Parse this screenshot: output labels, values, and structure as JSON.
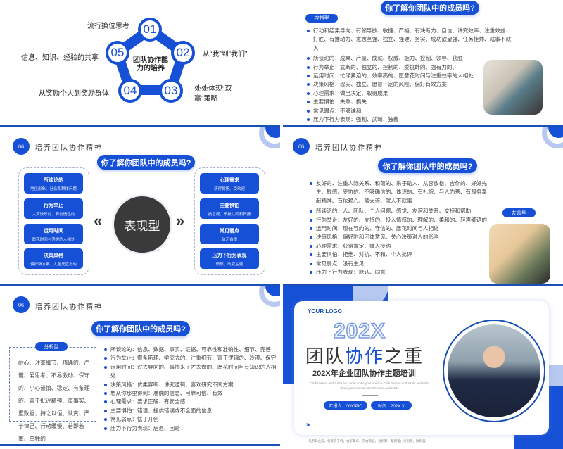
{
  "colors": {
    "accent": "#1650d6",
    "dark_circle": "#3a3a3a",
    "light_accent": "#b7c9f0"
  },
  "common": {
    "section_number": "06",
    "section_title": "培养团队协作精神",
    "question_title": "你了解你团队中的成员吗?"
  },
  "slide1": {
    "center_text": "团队协作能力的培养",
    "nodes": [
      {
        "num": "01",
        "label": "流行换位思考"
      },
      {
        "num": "02",
        "label": "从“我”到“我们”"
      },
      {
        "num": "03",
        "label": "处处体现“双赢”策略"
      },
      {
        "num": "04",
        "label": "从奖励个人到奖励群体"
      },
      {
        "num": "05",
        "label": "信息、知识、经验的共享"
      }
    ]
  },
  "slide2": {
    "type_label": "控制型",
    "bullets": [
      "行动和结果导向、有领导欲、敏捷、严格、有决断力、自信、讲究效率、注重效益、好胜、有推动力、意志坚强、独立、强硬、务实、成功欲望强、任务挂帅、就事不就人",
      "所谈论的：成果、产量、成就、权威、能力、控制、领导、获胜",
      "行为举止：武断的、独立的、控制的、爱挑衅的、强有力的、",
      "运用时间：忙碌紧迫的、效率高的、愿意花时间与注重效率的人相处",
      "决策风格：现实、独立、愿冒一定的风险、偏好有效方案",
      "心理需求：做出决定、取得成果",
      "主要惧怕：失败、损失",
      "常见弱点：不够谦和",
      "压力下行为表现：强制、武断、独裁"
    ]
  },
  "slide3": {
    "center_label": "表现型",
    "left_cards": [
      {
        "title": "所谈论的",
        "text": "地位形象、社会和群体问题"
      },
      {
        "title": "行为举止",
        "text": "大声快乐的、有创造性的"
      },
      {
        "title": "运用时间",
        "text": "愿花时间与活泼的人相处"
      },
      {
        "title": "决策风格",
        "text": "偏好新方案、大胆凭直觉的"
      }
    ],
    "right_cards": [
      {
        "title": "心理需求",
        "text": "获得赞扬、受欢迎"
      },
      {
        "title": "主要惧怕",
        "text": "被忽视、不被认同和赞扬"
      },
      {
        "title": "常见弱点",
        "text": "缺乏自律"
      },
      {
        "title": "压力下行为表现",
        "text": "愤怒、改变主题"
      }
    ]
  },
  "slide4": {
    "type_label": "友善型",
    "bullets": [
      "友好的、注重人际关系、和蔼的、乐于助人、从容放松、合作的、好好先生、敏感、妥协的、不够确信的、体谅的、有礼貌、与人为善、有服务奉献精神、有依赖心、随大流、就人不就事",
      "所谈论的：人、团队、个人问题、感觉、友谊和关系、支持和帮助",
      "行为举止：友好的、支持的、投入情感的、理解的、柔和的、轻声细语的",
      "运用时间：现在导向的、守信的、愿花时间与人相处",
      "决策风格：偏好附和团体意见、关心决策对人的影响",
      "心理需求：获得肯定、被人接纳",
      "主要惧怕：拒绝、对抗、不和、个人批评",
      "常见弱点：没有主见",
      "压力下行为表现：默认、同意"
    ]
  },
  "slide5": {
    "type_label": "分析型",
    "description": "耐心、注重细节、精确的、严谨、爱思考、不易激动、保守的、小心谨慎、稳定、有条理的、富于批评精神、重事实、重数据、持之以恒、认真、严于律己、行动缓慢、若即若离、单独的",
    "bullets": [
      "所谈论的：信息、数据、事实、证据、可靠性和准确性、细节、完善",
      "行为举止：慢条斯理、学究式的、注重细节、富于逻辑的、冷漠、保守",
      "运用时间：过去导向的、事情来了才去做的、愿花时间与有知识的人相处",
      "决策风格：优柔寡断、讲究逻辑、喜欢研究不同方案",
      "想从你那里得到：准确的信息、可靠可信、有效",
      "心理需求：要求正确、有安全感",
      "主要惧怕：错误、提供错误或不全面的信息",
      "常见弱点：怯于开创",
      "压力下行为表现：后退、回避"
    ]
  },
  "slide6": {
    "logo": "YOUR LOGO",
    "year": "202X",
    "title_a": "团队",
    "title_b": "协作",
    "title_c": "之重",
    "subtitle": "202X年企业团队协作主题培训",
    "placeholder": "Click here to add a title and write down your opinion Click here to add a title and write down your opinion Click here to add a title",
    "reporter": "汇报人：OVOPIC",
    "date": "时间：202X.X",
    "footer": "凡用兵之法，将受命于君，合军聚众，交合而舍，合则聚，聚则强；分则散，散则弱。"
  }
}
